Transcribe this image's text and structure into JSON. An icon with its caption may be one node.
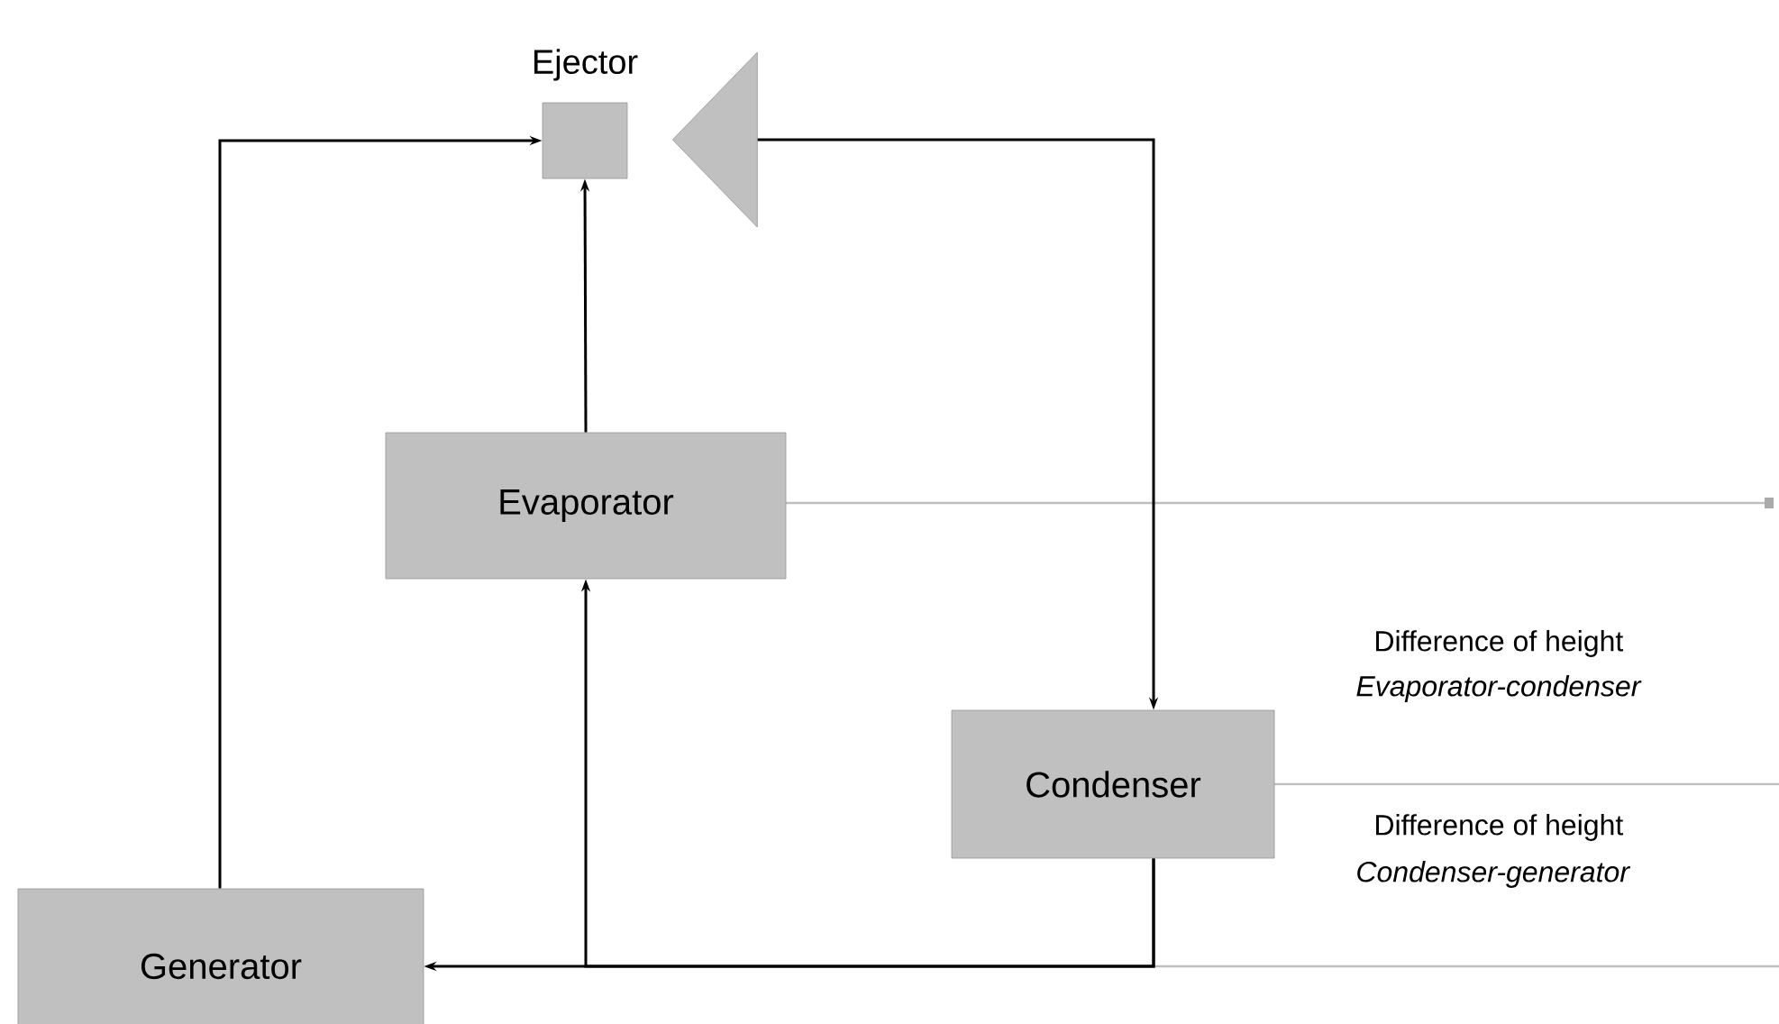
{
  "diagram": {
    "nodes": [
      {
        "text": [
          "Ejector"
        ]
      },
      {
        "text": [],
        "shape": "triangle"
      },
      {
        "text": [
          "Evaporator"
        ]
      },
      {
        "text": [
          "Condenser"
        ]
      },
      {
        "text": [
          "Generator"
        ]
      }
    ],
    "edges": [
      {
        "from": 4,
        "to": 0,
        "arrow": "to"
      },
      {
        "from": 2,
        "to": 0,
        "arrow": "to"
      },
      {
        "from": 1,
        "to": 3,
        "arrow": "to"
      },
      {
        "from": 3,
        "to": 4,
        "arrow": "to"
      },
      {
        "from": 3,
        "to": 2,
        "arrow": "to"
      }
    ],
    "labels": [
      "Difference of height",
      "Evaporator-condenser",
      "Difference of height",
      "Condenser-generator"
    ]
  }
}
